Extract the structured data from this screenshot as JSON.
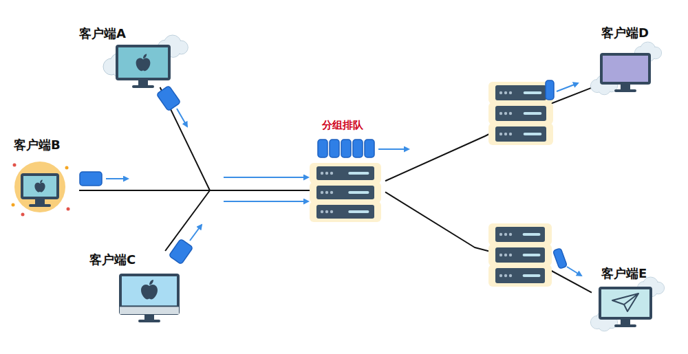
{
  "diagram": {
    "nodes": [
      {
        "text": [
          "客户端A"
        ]
      },
      {
        "text": [
          "客户端B"
        ]
      },
      {
        "text": [
          "客户端C"
        ]
      },
      {
        "text": [
          "分组排队"
        ]
      },
      {
        "text": [
          "客户端D"
        ]
      },
      {
        "text": [
          "客户端E"
        ]
      }
    ],
    "edges": [
      {
        "from": 0,
        "to": 3,
        "arrow": "none"
      },
      {
        "from": 1,
        "to": 3,
        "arrow": "none"
      },
      {
        "from": 2,
        "to": 3,
        "arrow": "none"
      },
      {
        "from": 3,
        "to": 4,
        "arrow": "none"
      },
      {
        "from": 3,
        "to": 5,
        "arrow": "none"
      }
    ]
  }
}
